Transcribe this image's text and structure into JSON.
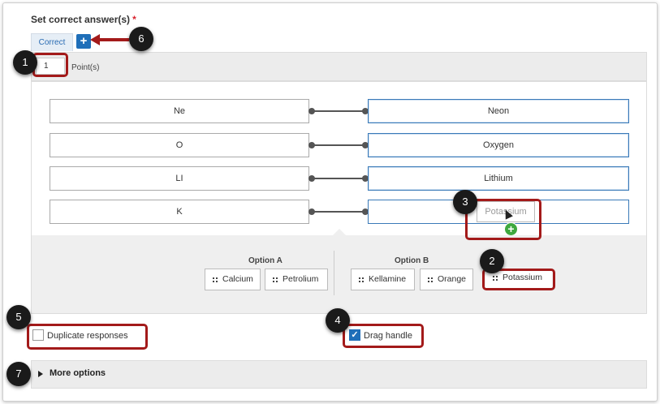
{
  "form": {
    "title": "Set correct answer(s)",
    "required_mark": "*",
    "tab_label": "Correct",
    "add_button": "+",
    "points_value": "1",
    "points_label": "Point(s)"
  },
  "matches": [
    {
      "stem": "Ne",
      "response": "Neon"
    },
    {
      "stem": "O",
      "response": "Oxygen"
    },
    {
      "stem": "LI",
      "response": "Lithium"
    },
    {
      "stem": "K",
      "response": ""
    }
  ],
  "drag_preview": {
    "label": "Potassium",
    "plus": "+"
  },
  "options": {
    "group_a_title": "Option A",
    "group_a": [
      "Calcium",
      "Petrolium"
    ],
    "group_b_title": "Option B",
    "group_b": [
      "Kellamine",
      "Orange"
    ],
    "extra": "Potassium"
  },
  "settings": {
    "duplicate_label": "Duplicate responses",
    "duplicate_checked": false,
    "drag_handle_label": "Drag handle",
    "drag_handle_checked": true,
    "check_glyph": "✓",
    "more_options_label": "More options"
  },
  "callouts": [
    "1",
    "2",
    "3",
    "4",
    "5",
    "6",
    "7"
  ],
  "colors": {
    "accent": "#1f6fb9",
    "highlight": "#a31a1a",
    "add_green": "#3ea83e"
  }
}
